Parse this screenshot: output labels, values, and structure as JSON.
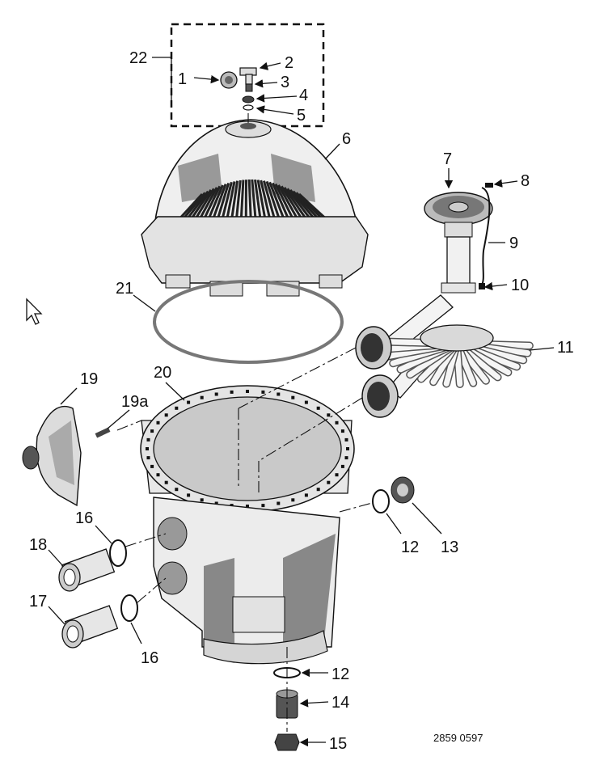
{
  "diagram": {
    "labels": [
      "1",
      "2",
      "3",
      "4",
      "5",
      "6",
      "7",
      "8",
      "9",
      "10",
      "11",
      "12",
      "12",
      "13",
      "14",
      "15",
      "16",
      "16",
      "17",
      "18",
      "19",
      "19a",
      "20",
      "21",
      "22"
    ],
    "figure_code": "2859 0597"
  },
  "colors": {
    "line": "#111111",
    "body_fill": "#e6e6e6",
    "shade": "#8c8c8c",
    "dark": "#333333"
  },
  "icons": [
    "cursor-arrow-icon"
  ]
}
